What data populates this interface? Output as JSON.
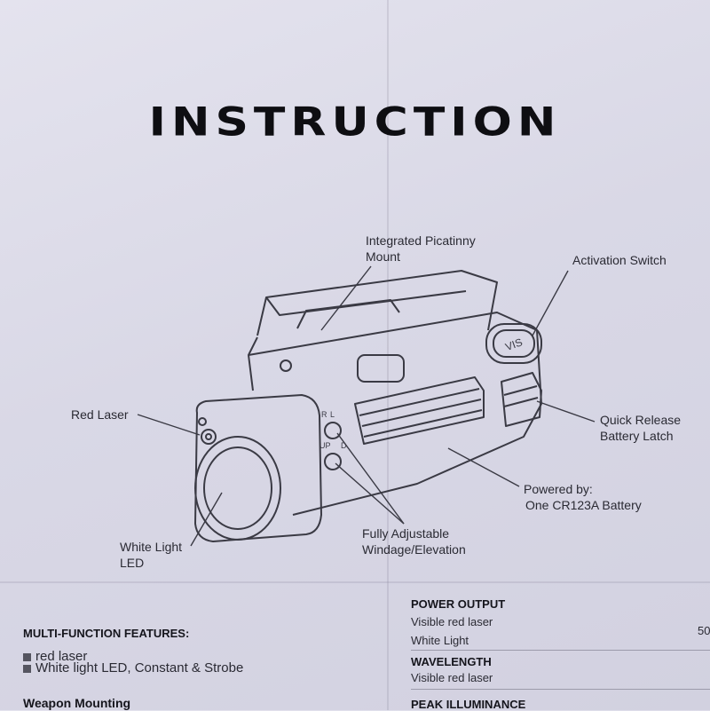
{
  "title": "INSTRUCTION",
  "callouts": {
    "picatinny": [
      "Integrated Picatinny",
      "Mount"
    ],
    "activation": "Activation Switch",
    "red_laser": "Red Laser",
    "battery_latch": [
      "Quick Release",
      "Battery Latch"
    ],
    "powered": [
      "Powered by:",
      "One CR123A Battery"
    ],
    "white_light": [
      "White Light",
      "LED"
    ],
    "adjustable": [
      "Fully Adjustable",
      "Windage/Elevation"
    ]
  },
  "features": {
    "heading": "MULTI-FUNCTION FEATURES:",
    "items": [
      "red laser",
      "White light LED,  Constant & Strobe"
    ],
    "mounting_heading": "Weapon Mounting"
  },
  "specs": {
    "power_output": "POWER OUTPUT",
    "visible_red_laser": "Visible red  laser",
    "white_light": "White Light",
    "cut_value": "50",
    "wavelength": "WAVELENGTH",
    "wavelength_value": "Visible red laser",
    "peak": "PEAK ILLUMINANCE"
  },
  "switch_marks": "VIS",
  "adjust_marks": [
    "R",
    "L",
    "UP",
    "D"
  ]
}
